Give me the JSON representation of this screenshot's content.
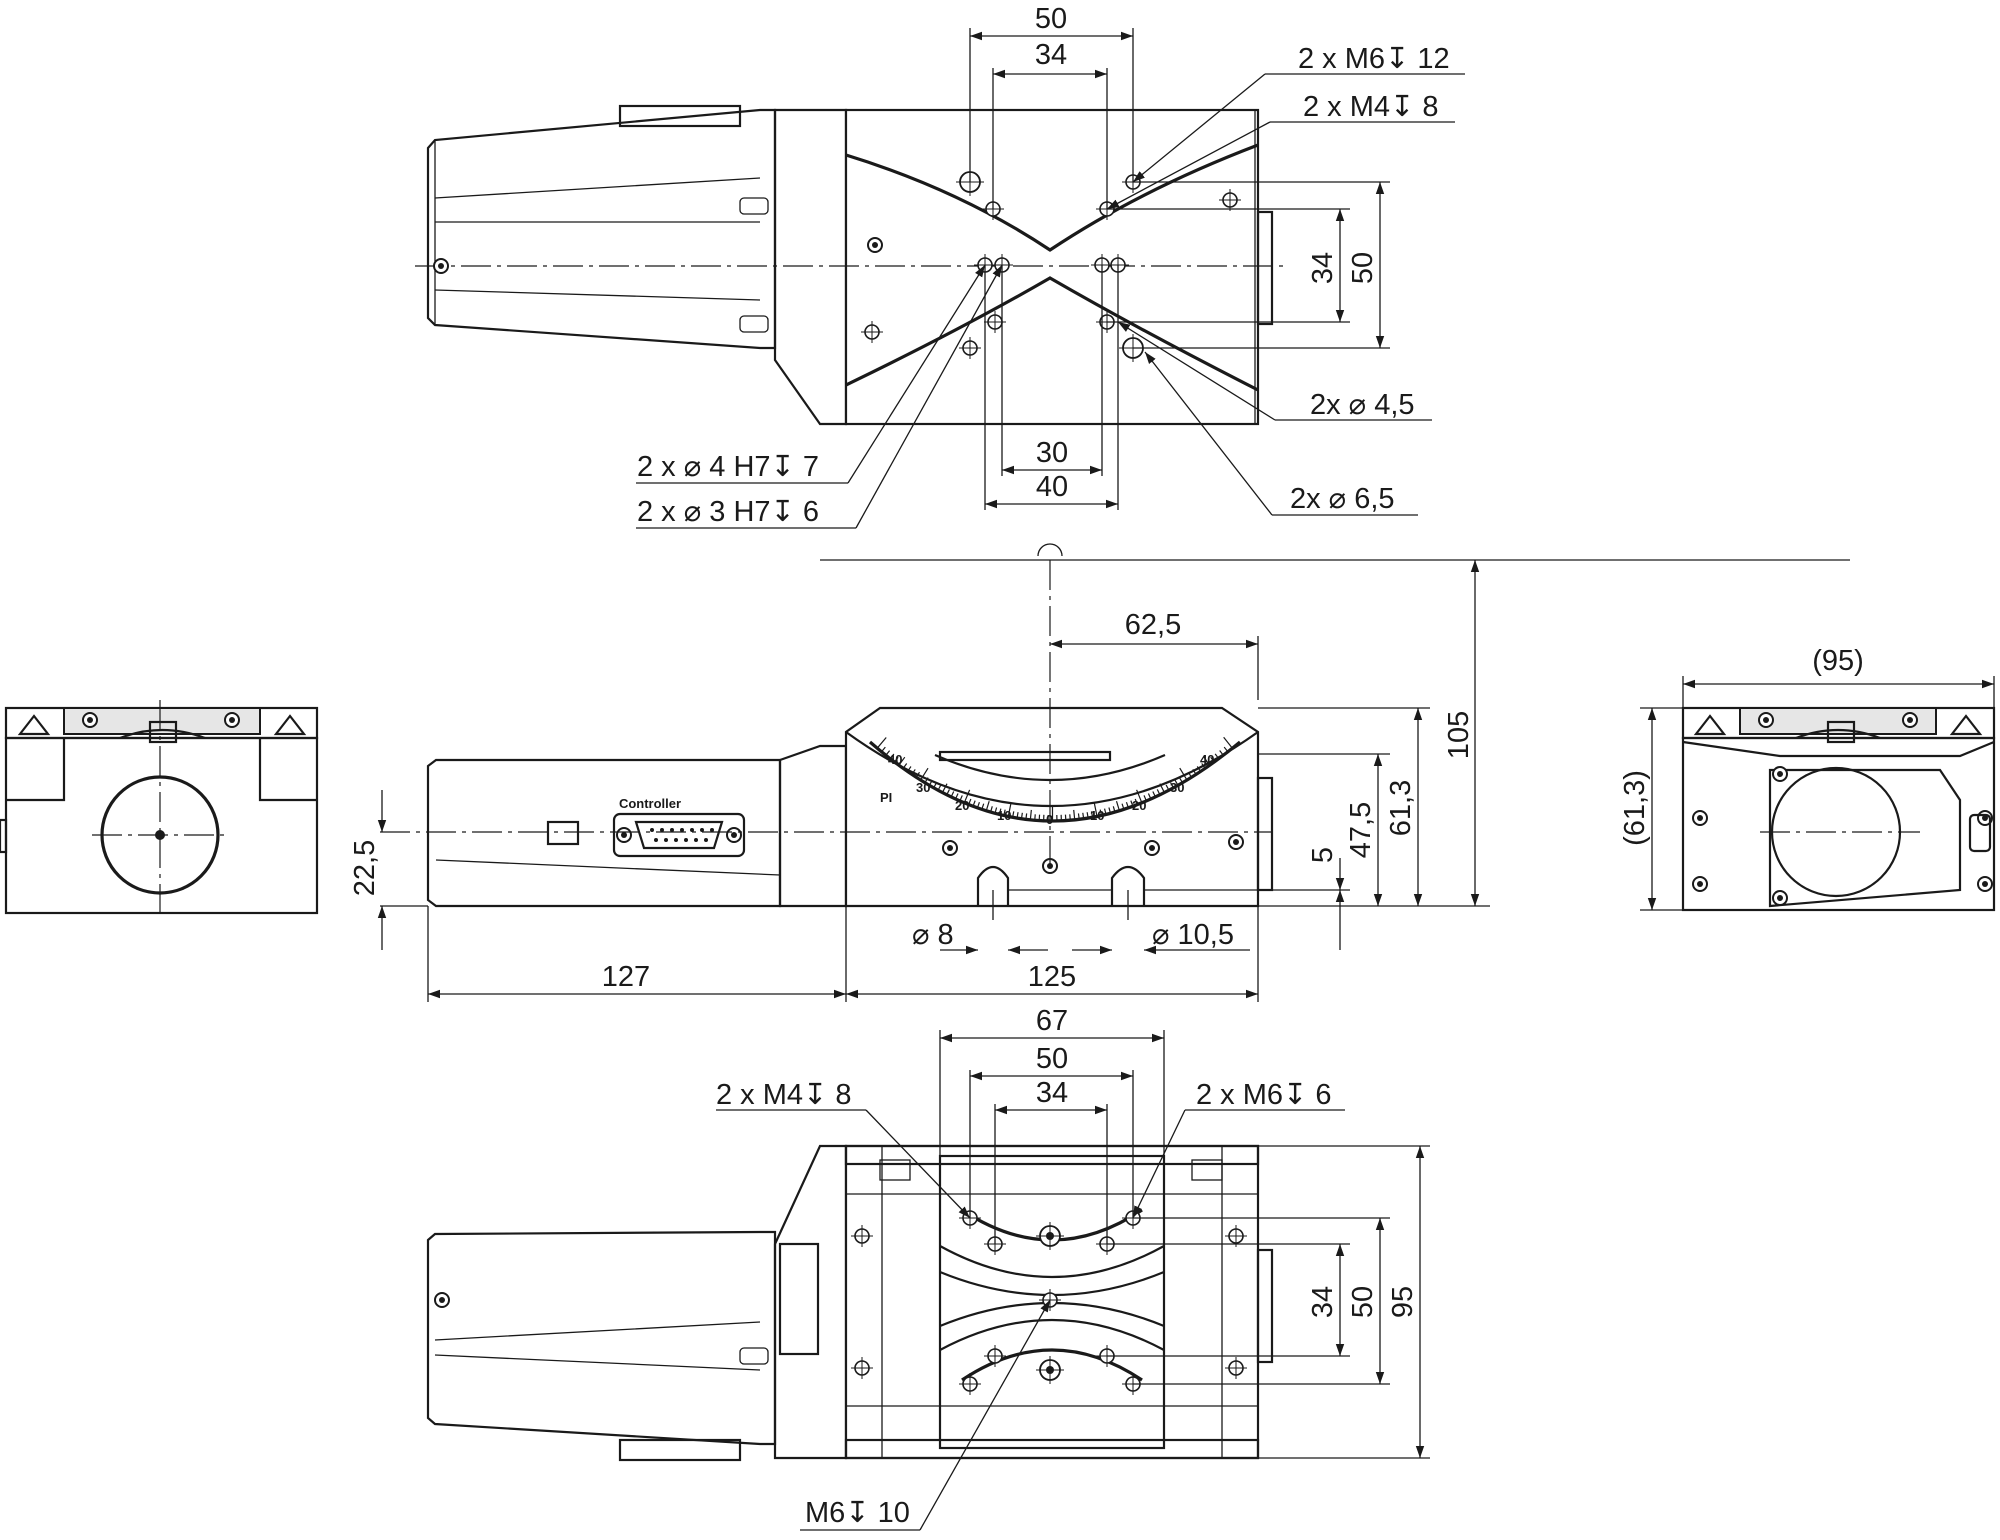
{
  "top_view": {
    "dims": {
      "d50": "50",
      "d34": "34",
      "d34v": "34",
      "d50v": "50",
      "d30": "30",
      "d40": "40"
    },
    "callouts": {
      "m6": "2 x M6↧ 12",
      "m4": "2 x M4↧ 8",
      "d45": "2x ⌀ 4,5",
      "d65": "2x ⌀ 6,5",
      "h74": "2 x ⌀ 4 H7↧ 7",
      "h73": "2 x ⌀ 3 H7↧ 6"
    }
  },
  "front_view": {
    "dims": {
      "d625": "62,5",
      "d105": "105",
      "d613": "61,3",
      "d475": "47,5",
      "d5": "5",
      "d225": "22,5",
      "d127": "127",
      "d125": "125",
      "d8": "⌀ 8",
      "d105b": "⌀ 10,5"
    },
    "connector_label": "Controller",
    "brand": "PI",
    "scale_labels": [
      "40",
      "30",
      "20",
      "10",
      "0",
      "10",
      "20",
      "30",
      "40"
    ]
  },
  "side_view": {
    "dims": {
      "d95": "(95)",
      "d613": "(61,3)"
    }
  },
  "bottom_view": {
    "dims": {
      "d67": "67",
      "d50": "50",
      "d34": "34",
      "d34v": "34",
      "d50v": "50",
      "d95v": "95"
    },
    "callouts": {
      "m4": "2 x M4↧ 8",
      "m6": "2 x M6↧ 6",
      "m610": "M6↧ 10"
    }
  }
}
